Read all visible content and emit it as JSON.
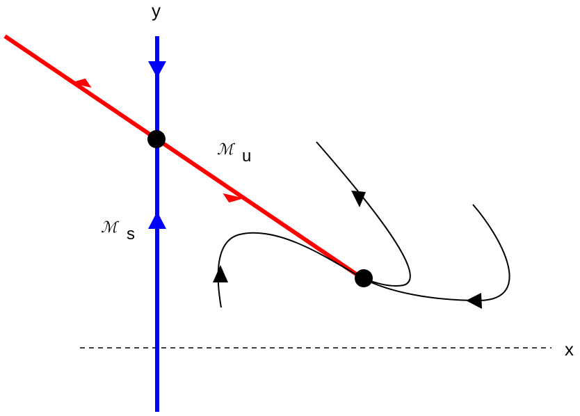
{
  "axes": {
    "x_label": "x",
    "y_label": "y"
  },
  "manifolds": {
    "unstable": {
      "symbol": "ℳ",
      "subscript": "u"
    },
    "stable": {
      "symbol": "ℳ",
      "subscript": "s"
    }
  },
  "colors": {
    "stable_manifold": "#0000ff",
    "unstable_manifold": "#ff0000",
    "trajectory": "#000000",
    "fixed_point": "#000000",
    "axis": "#000000"
  },
  "elements": {
    "fixed_points": [
      "saddle",
      "sink"
    ],
    "trajectories_count": 3,
    "x_axis_style": "dashed"
  }
}
